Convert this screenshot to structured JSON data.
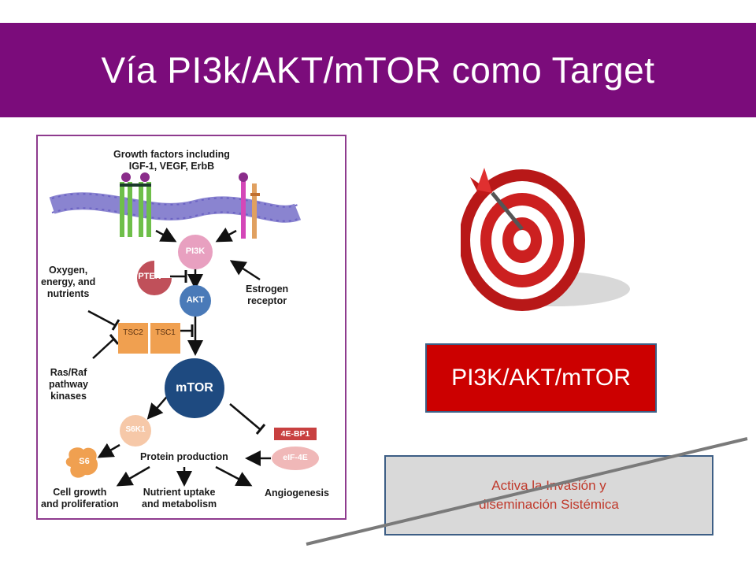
{
  "slide": {
    "title": "Vía PI3k/AKT/mTOR como Target",
    "title_bar_color": "#7b0c7b",
    "accent_red": "#cc0000",
    "box_gray": "#d9d9d9"
  },
  "diagram": {
    "growth_factors": [
      "Growth factors including",
      "IGF-1, VEGF, ErbB"
    ],
    "oxygen": [
      "Oxygen,",
      "energy, and",
      "nutrients"
    ],
    "estrogen": [
      "Estrogen",
      "receptor"
    ],
    "ras_raf": [
      "Ras/Raf",
      "pathway",
      "kinases"
    ],
    "nodes": {
      "pi3k": "PI3K",
      "pten": "PTEN",
      "akt": "AKT",
      "tsc2": "TSC2",
      "tsc1": "TSC1",
      "mtor": "mTOR",
      "s6k1": "S6K1",
      "s6": "S6",
      "bp1": "4E-BP1",
      "eif4e": "eIF-4E"
    },
    "protein_production": "Protein production",
    "cell_growth": [
      "Cell growth",
      "and proliferation"
    ],
    "nutrient_uptake": [
      "Nutrient uptake",
      "and metabolism"
    ],
    "angiogenesis": "Angiogenesis"
  },
  "target_icon": "dart-target-icon",
  "pathway_box": {
    "label": "PI3K/AKT/mTOR"
  },
  "invasion_box": {
    "line1": "Activa la Invasión y",
    "line2": "diseminación Sistémica"
  }
}
